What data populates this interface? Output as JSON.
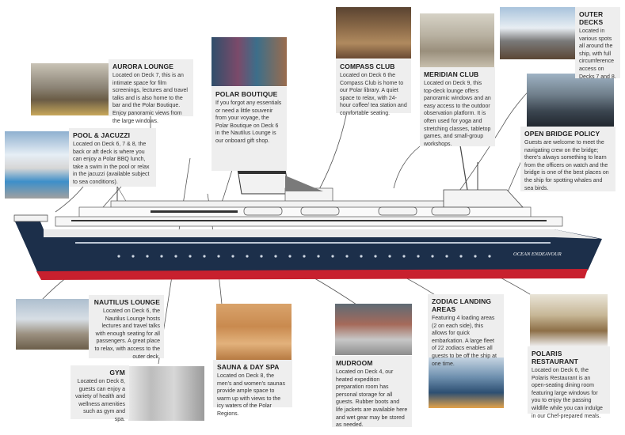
{
  "ship_name": "OCEAN ENDEAVOUR",
  "callouts": {
    "aurora": {
      "title": "AURORA LOUNGE",
      "text": "Located on Deck 7, this is an intimate space for film screenings, lectures and travel talks and is also home to the bar and the Polar Boutique. Enjoy panoramic views from the large windows."
    },
    "pool": {
      "title": "POOL & JACUZZI",
      "text": "Located on Deck 6, 7 & 8, the back or aft deck is where you can enjoy a Polar BBQ lunch, take a swim in the pool or relax in the jacuzzi (available subject to sea conditions)."
    },
    "boutique": {
      "title": "POLAR BOUTIQUE",
      "text": "If you forgot any essentials or need a little souvenir from your voyage, the Polar Boutique on Deck 6 in the Nautilus Lounge is our onboard gift shop."
    },
    "compass": {
      "title": "COMPASS CLUB",
      "text": "Located on Deck 6 the Compass Club is home to our Polar library. A quiet space to relax, with 24-hour coffee/ tea station and comfortable seating."
    },
    "meridian": {
      "title": "MERIDIAN CLUB",
      "text": "Located on Deck 9, this top-deck lounge offers panoramic windows and an easy access to the outdoor observation platform. It is often used for yoga and stretching classes, tabletop games, and small-group workshops."
    },
    "outer": {
      "title": "OUTER DECKS",
      "text": "Located in various spots all around the ship, with full circumference access on Decks 7 and 8."
    },
    "bridge": {
      "title": "OPEN BRIDGE POLICY",
      "text": "Guests are welcome to meet the navigating crew on the bridge; there's always something to learn from the officers on watch and the bridge is one of the best places on the ship for spotting whales and sea birds."
    },
    "nautilus": {
      "title": "NAUTILUS LOUNGE",
      "text": "Located on Deck 6, the Nautilus Lounge hosts lectures and travel talks with enough seating for all passengers. A great place to relax, with access to the outer deck."
    },
    "gym": {
      "title": "GYM",
      "text": "Located on Deck 8, guests can enjoy a variety of health and wellness amenities such as gym and spa."
    },
    "sauna": {
      "title": "SAUNA & DAY SPA",
      "text": "Located on Deck 8, the men's and women's saunas provide ample space to warm up with views to the icy waters of the Polar Regions."
    },
    "mudroom": {
      "title": "MUDROOM",
      "text": "Located on Deck 4, our heated expedition preparation room has personal storage for all guests. Rubber boots and life jackets are available here and wet gear may be stored as needed."
    },
    "zodiac": {
      "title": "ZODIAC LANDING AREAS",
      "text": "Featuring 4 loading areas (2 on each side), this allows for quick embarkation. A large fleet of 22 zodiacs enables all guests to be off the ship at one time."
    },
    "polaris": {
      "title": "POLARIS RESTAURANT",
      "text": "Located on Deck 6, the Polaris Restaurant is an open-seating dining room featuring large windows for you to enjoy the passing wildlife while you can indulge in our Chef-prepared meals."
    }
  },
  "colors": {
    "hull": "#1c2f4a",
    "waterline": "#c8202e",
    "panel": "#eeeeee",
    "line": "#555555"
  }
}
